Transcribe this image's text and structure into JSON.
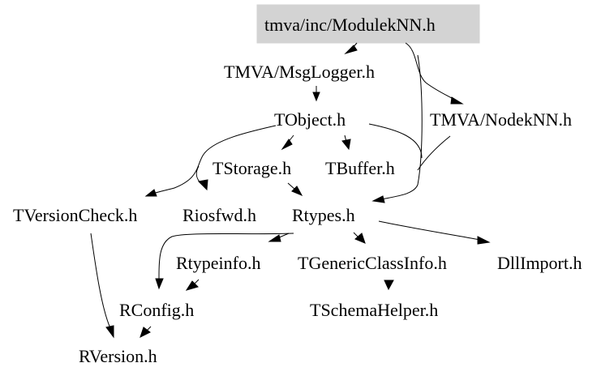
{
  "nodes": {
    "modulek": "tmva/inc/ModulekNN.h",
    "msglogger": "TMVA/MsgLogger.h",
    "nodek": "TMVA/NodekNN.h",
    "tobject": "TObject.h",
    "tstorage": "TStorage.h",
    "tbuffer": "TBuffer.h",
    "tversioncheck": "TVersionCheck.h",
    "riosfwd": "Riosfwd.h",
    "rtypes": "Rtypes.h",
    "rtypeinfo": "Rtypeinfo.h",
    "tgenericclassinfo": "TGenericClassInfo.h",
    "dllimport": "DllImport.h",
    "rconfig": "RConfig.h",
    "tschemahelper": "TSchemaHelper.h",
    "rversion": "RVersion.h"
  },
  "colors": {
    "root_fill": "#d3d3d3",
    "edge": "#000000",
    "text": "#000000",
    "background": "#ffffff"
  }
}
